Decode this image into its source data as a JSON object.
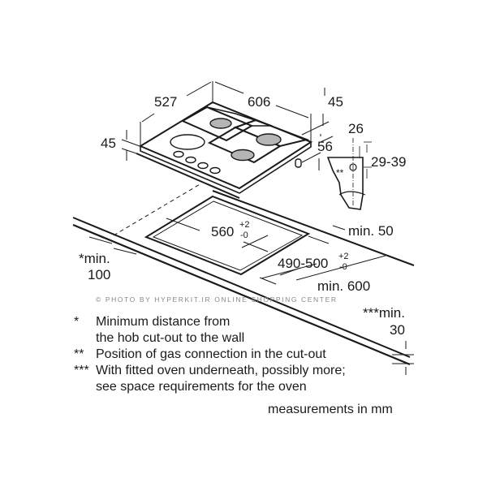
{
  "dimensions": {
    "hob_depth": "527",
    "hob_width": "606",
    "hob_height_right": "45",
    "hob_height_left": "45",
    "hob_total_height": "56",
    "gas_offset": "26",
    "gas_height": "29-39",
    "gas_mark": "**",
    "cutout_width": "560",
    "cutout_width_tol_plus": "+2",
    "cutout_width_tol_minus": "-0",
    "cutout_depth": "490-500",
    "cutout_depth_tol_plus": "+2",
    "cutout_depth_tol_minus": "-0",
    "min_back": "min. 50",
    "min_wall_label": "*min.",
    "min_wall_value": "100",
    "min_worktop": "min. 600",
    "min_oven_label": "***min.",
    "min_oven_value": "30"
  },
  "watermark": "© PHOTO BY HYPERKIT.IR ONLINE SHOPPING CENTER",
  "notes": [
    {
      "mark": "*",
      "lines": [
        "Minimum distance from",
        "the hob cut-out to the wall"
      ]
    },
    {
      "mark": "**",
      "lines": [
        "Position of gas connection in the cut-out"
      ]
    },
    {
      "mark": "***",
      "lines": [
        "With fitted oven underneath, possibly more;",
        "see space requirements for the oven"
      ]
    }
  ],
  "units_note": "measurements in mm"
}
